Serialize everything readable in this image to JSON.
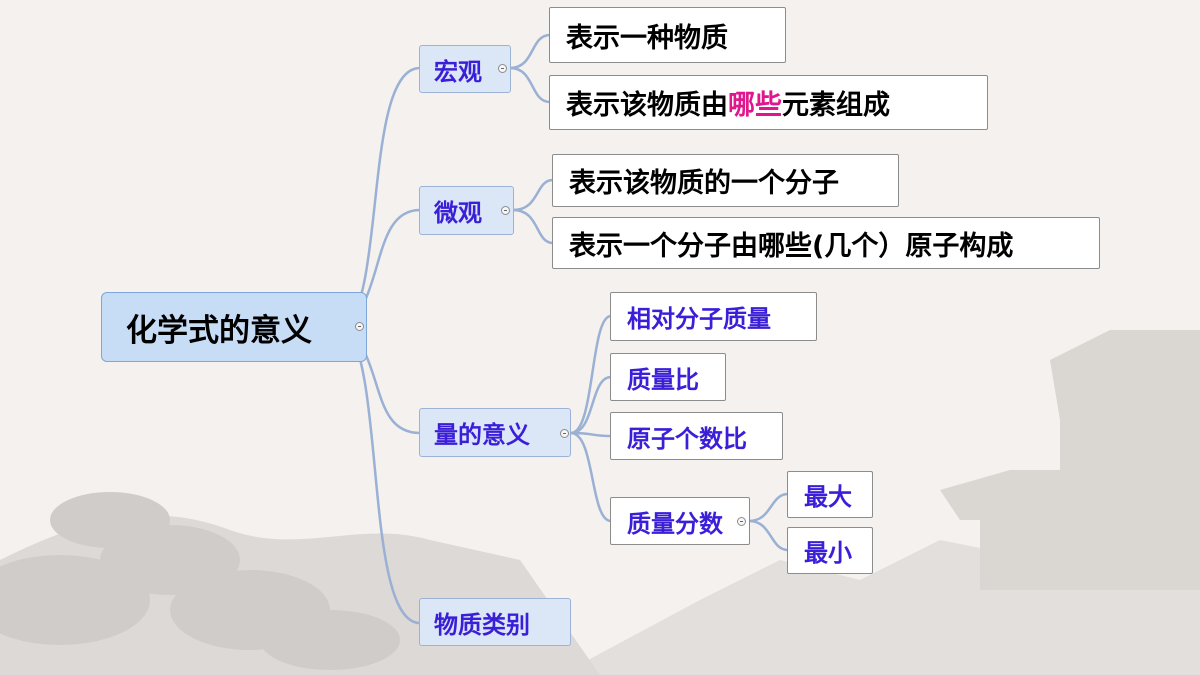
{
  "colors": {
    "branch_line": "#9ab0d4",
    "root_fill": "#c7dcf5",
    "l1_fill": "#dbe6f6",
    "accent_text": "#3b1fd8",
    "highlight": "#e0168c"
  },
  "root": "化学式的意义",
  "macro": {
    "label": "宏观",
    "items": [
      "表示一种物质"
    ],
    "item2": {
      "pre": "表示该物质由",
      "hl": "哪些",
      "post": "元素组成"
    }
  },
  "micro": {
    "label": "微观",
    "items": [
      "表示该物质的一个分子",
      "表示一个分子由哪些(几个）原子构成"
    ]
  },
  "quant": {
    "label": "量的意义",
    "items": [
      "相对分子质量",
      "质量比",
      "原子个数比"
    ],
    "fraction": {
      "label": "质量分数",
      "items": [
        "最大",
        "最小"
      ]
    }
  },
  "category": {
    "label": "物质类别"
  }
}
